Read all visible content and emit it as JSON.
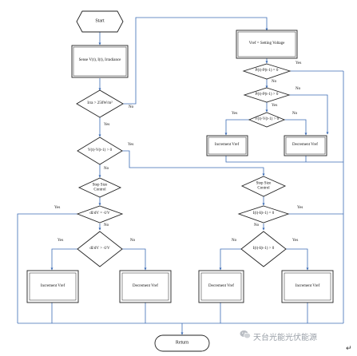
{
  "nodes": {
    "start": "Start",
    "sense": "Sense V(t), I(t), Irradiance",
    "irr_check": "Irra > 250W/m²",
    "v_check": "V(t)-V(t-1) > 0",
    "setvref": "Vref = Setting Voltage",
    "dp1": "P(t)-P(t-1) = 0",
    "dp2": "P(t)-P(t-1) > 0",
    "dv": "V(t)-V(t-1) > 0",
    "inc_a": "Increment Vref",
    "dec_a": "Decrement Vref",
    "step_left": "Step Size\nControl",
    "didv_eq": "dI/dV = -I/V",
    "didv_gt": "dI/dV > -I/V",
    "inc_l": "Increment Vref",
    "dec_l": "Decrement Vref",
    "step_right": "Step Size\nControl",
    "it_eq": "I(t)-I(t-1) = 0",
    "it_gt": "I(t)-I(t-1) > 0",
    "dec_r": "Decrement Vref",
    "inc_r": "Increment Vref",
    "ret": "Return"
  },
  "labels": {
    "yes": "Yes",
    "no": "No"
  },
  "watermark": {
    "text": "天台光能光伏能源",
    "icon": "wechat-icon"
  },
  "return_mark": "↵",
  "colors": {
    "stroke": "#222222",
    "blue_line": "#3b6bb5",
    "fill": "#ffffff",
    "watermark": "#9aa0a8"
  }
}
